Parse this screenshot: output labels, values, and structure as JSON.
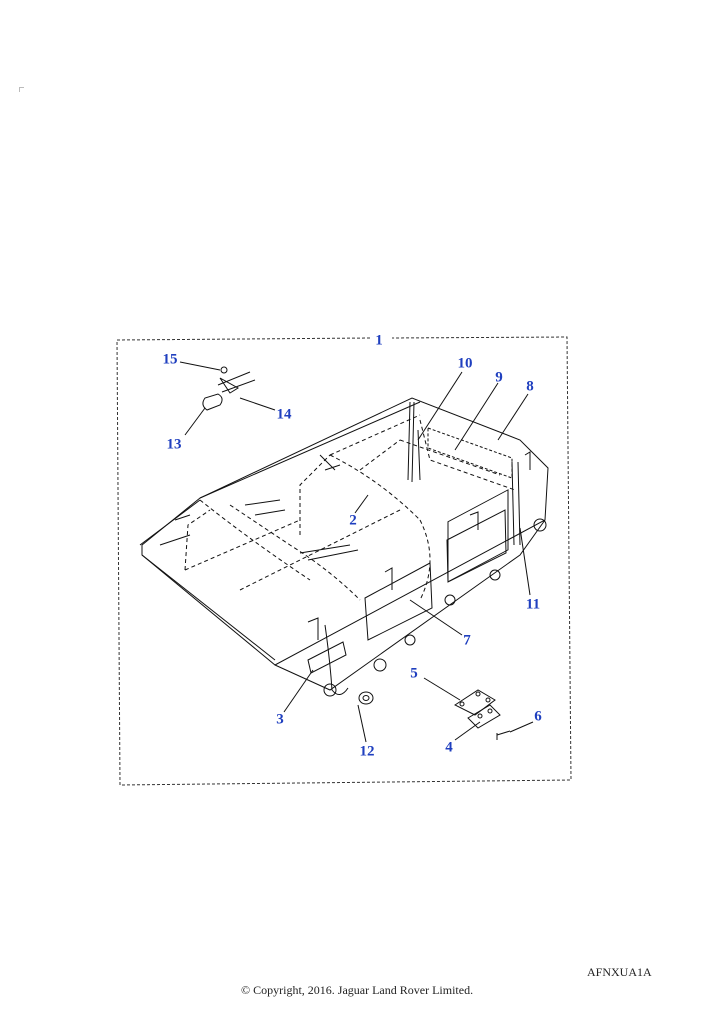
{
  "diagram": {
    "callouts": [
      {
        "id": "1",
        "text": "1"
      },
      {
        "id": "2",
        "text": "2"
      },
      {
        "id": "3",
        "text": "3"
      },
      {
        "id": "4",
        "text": "4"
      },
      {
        "id": "5",
        "text": "5"
      },
      {
        "id": "6",
        "text": "6"
      },
      {
        "id": "7",
        "text": "7"
      },
      {
        "id": "8",
        "text": "8"
      },
      {
        "id": "9",
        "text": "9"
      },
      {
        "id": "10",
        "text": "10"
      },
      {
        "id": "11",
        "text": "11"
      },
      {
        "id": "12",
        "text": "12"
      },
      {
        "id": "13",
        "text": "13"
      },
      {
        "id": "14",
        "text": "14"
      },
      {
        "id": "15",
        "text": "15"
      }
    ],
    "label_color": "#1f3fbf",
    "line_color": "#111111"
  },
  "footer": {
    "drawing_code": "AFNXUA1A",
    "copyright": "© Copyright, 2016. Jaguar Land Rover Limited."
  }
}
